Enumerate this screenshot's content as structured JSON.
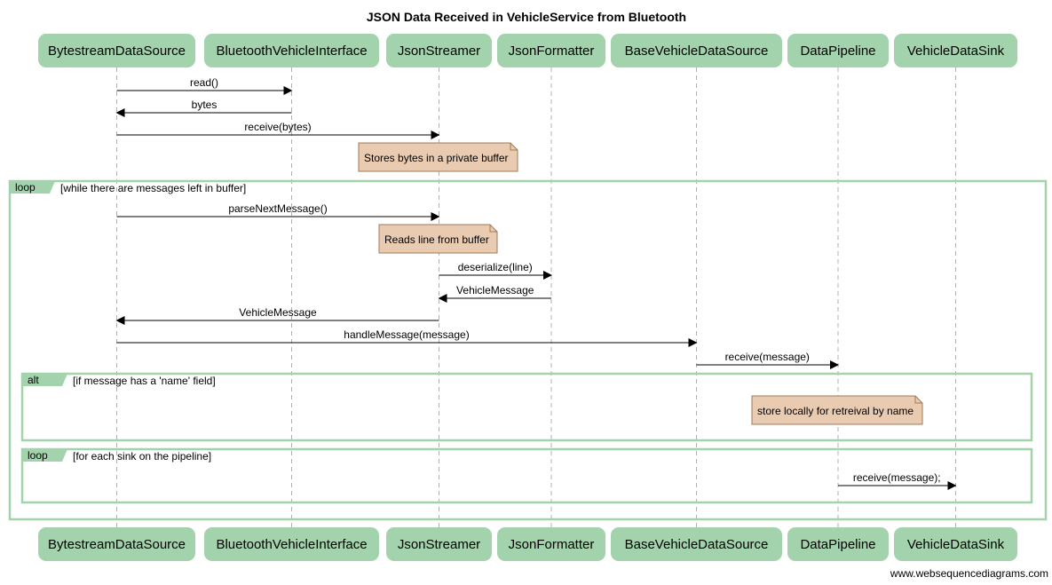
{
  "diagram": {
    "title": "JSON Data Received in VehicleService from Bluetooth",
    "footer": "www.websequencediagrams.com",
    "colors": {
      "participant_fill": "#a3d3ac",
      "frame_stroke": "#a3d3ac",
      "frame_tab": "#a3d3ac",
      "note_fill": "#e9cbb1",
      "note_stroke": "#a07a58",
      "lifeline": "#b0b0b0",
      "arrow": "#000000",
      "text": "#000000"
    },
    "participants": [
      {
        "id": "bds",
        "label": "BytestreamDataSource"
      },
      {
        "id": "bvi",
        "label": "BluetoothVehicleInterface"
      },
      {
        "id": "js",
        "label": "JsonStreamer"
      },
      {
        "id": "jf",
        "label": "JsonFormatter"
      },
      {
        "id": "bvds",
        "label": "BaseVehicleDataSource"
      },
      {
        "id": "dp",
        "label": "DataPipeline"
      },
      {
        "id": "vds",
        "label": "VehicleDataSink"
      }
    ],
    "messages": [
      {
        "from": "bds",
        "to": "bvi",
        "label": "read()"
      },
      {
        "from": "bvi",
        "to": "bds",
        "label": "bytes"
      },
      {
        "from": "bds",
        "to": "js",
        "label": "receive(bytes)"
      },
      {
        "from": "bds",
        "to": "js",
        "label": "parseNextMessage()"
      },
      {
        "from": "js",
        "to": "jf",
        "label": "deserialize(line)"
      },
      {
        "from": "jf",
        "to": "js",
        "label": "VehicleMessage"
      },
      {
        "from": "js",
        "to": "bds",
        "label": "VehicleMessage"
      },
      {
        "from": "bds",
        "to": "bvds",
        "label": "handleMessage(message)"
      },
      {
        "from": "bvds",
        "to": "dp",
        "label": "receive(message)"
      },
      {
        "from": "dp",
        "to": "vds",
        "label": "receive(message);"
      }
    ],
    "notes": [
      {
        "over": "js",
        "text": "Stores bytes in a private buffer"
      },
      {
        "over": "js",
        "text": "Reads line from buffer"
      },
      {
        "over": "dp",
        "text": "store locally for retreival by name"
      }
    ],
    "fragments": [
      {
        "kind": "loop",
        "condition": "[while there are messages left in buffer]"
      },
      {
        "kind": "alt",
        "condition": "[if message has a 'name' field]"
      },
      {
        "kind": "loop",
        "condition": "[for each sink on the pipeline]"
      }
    ]
  }
}
